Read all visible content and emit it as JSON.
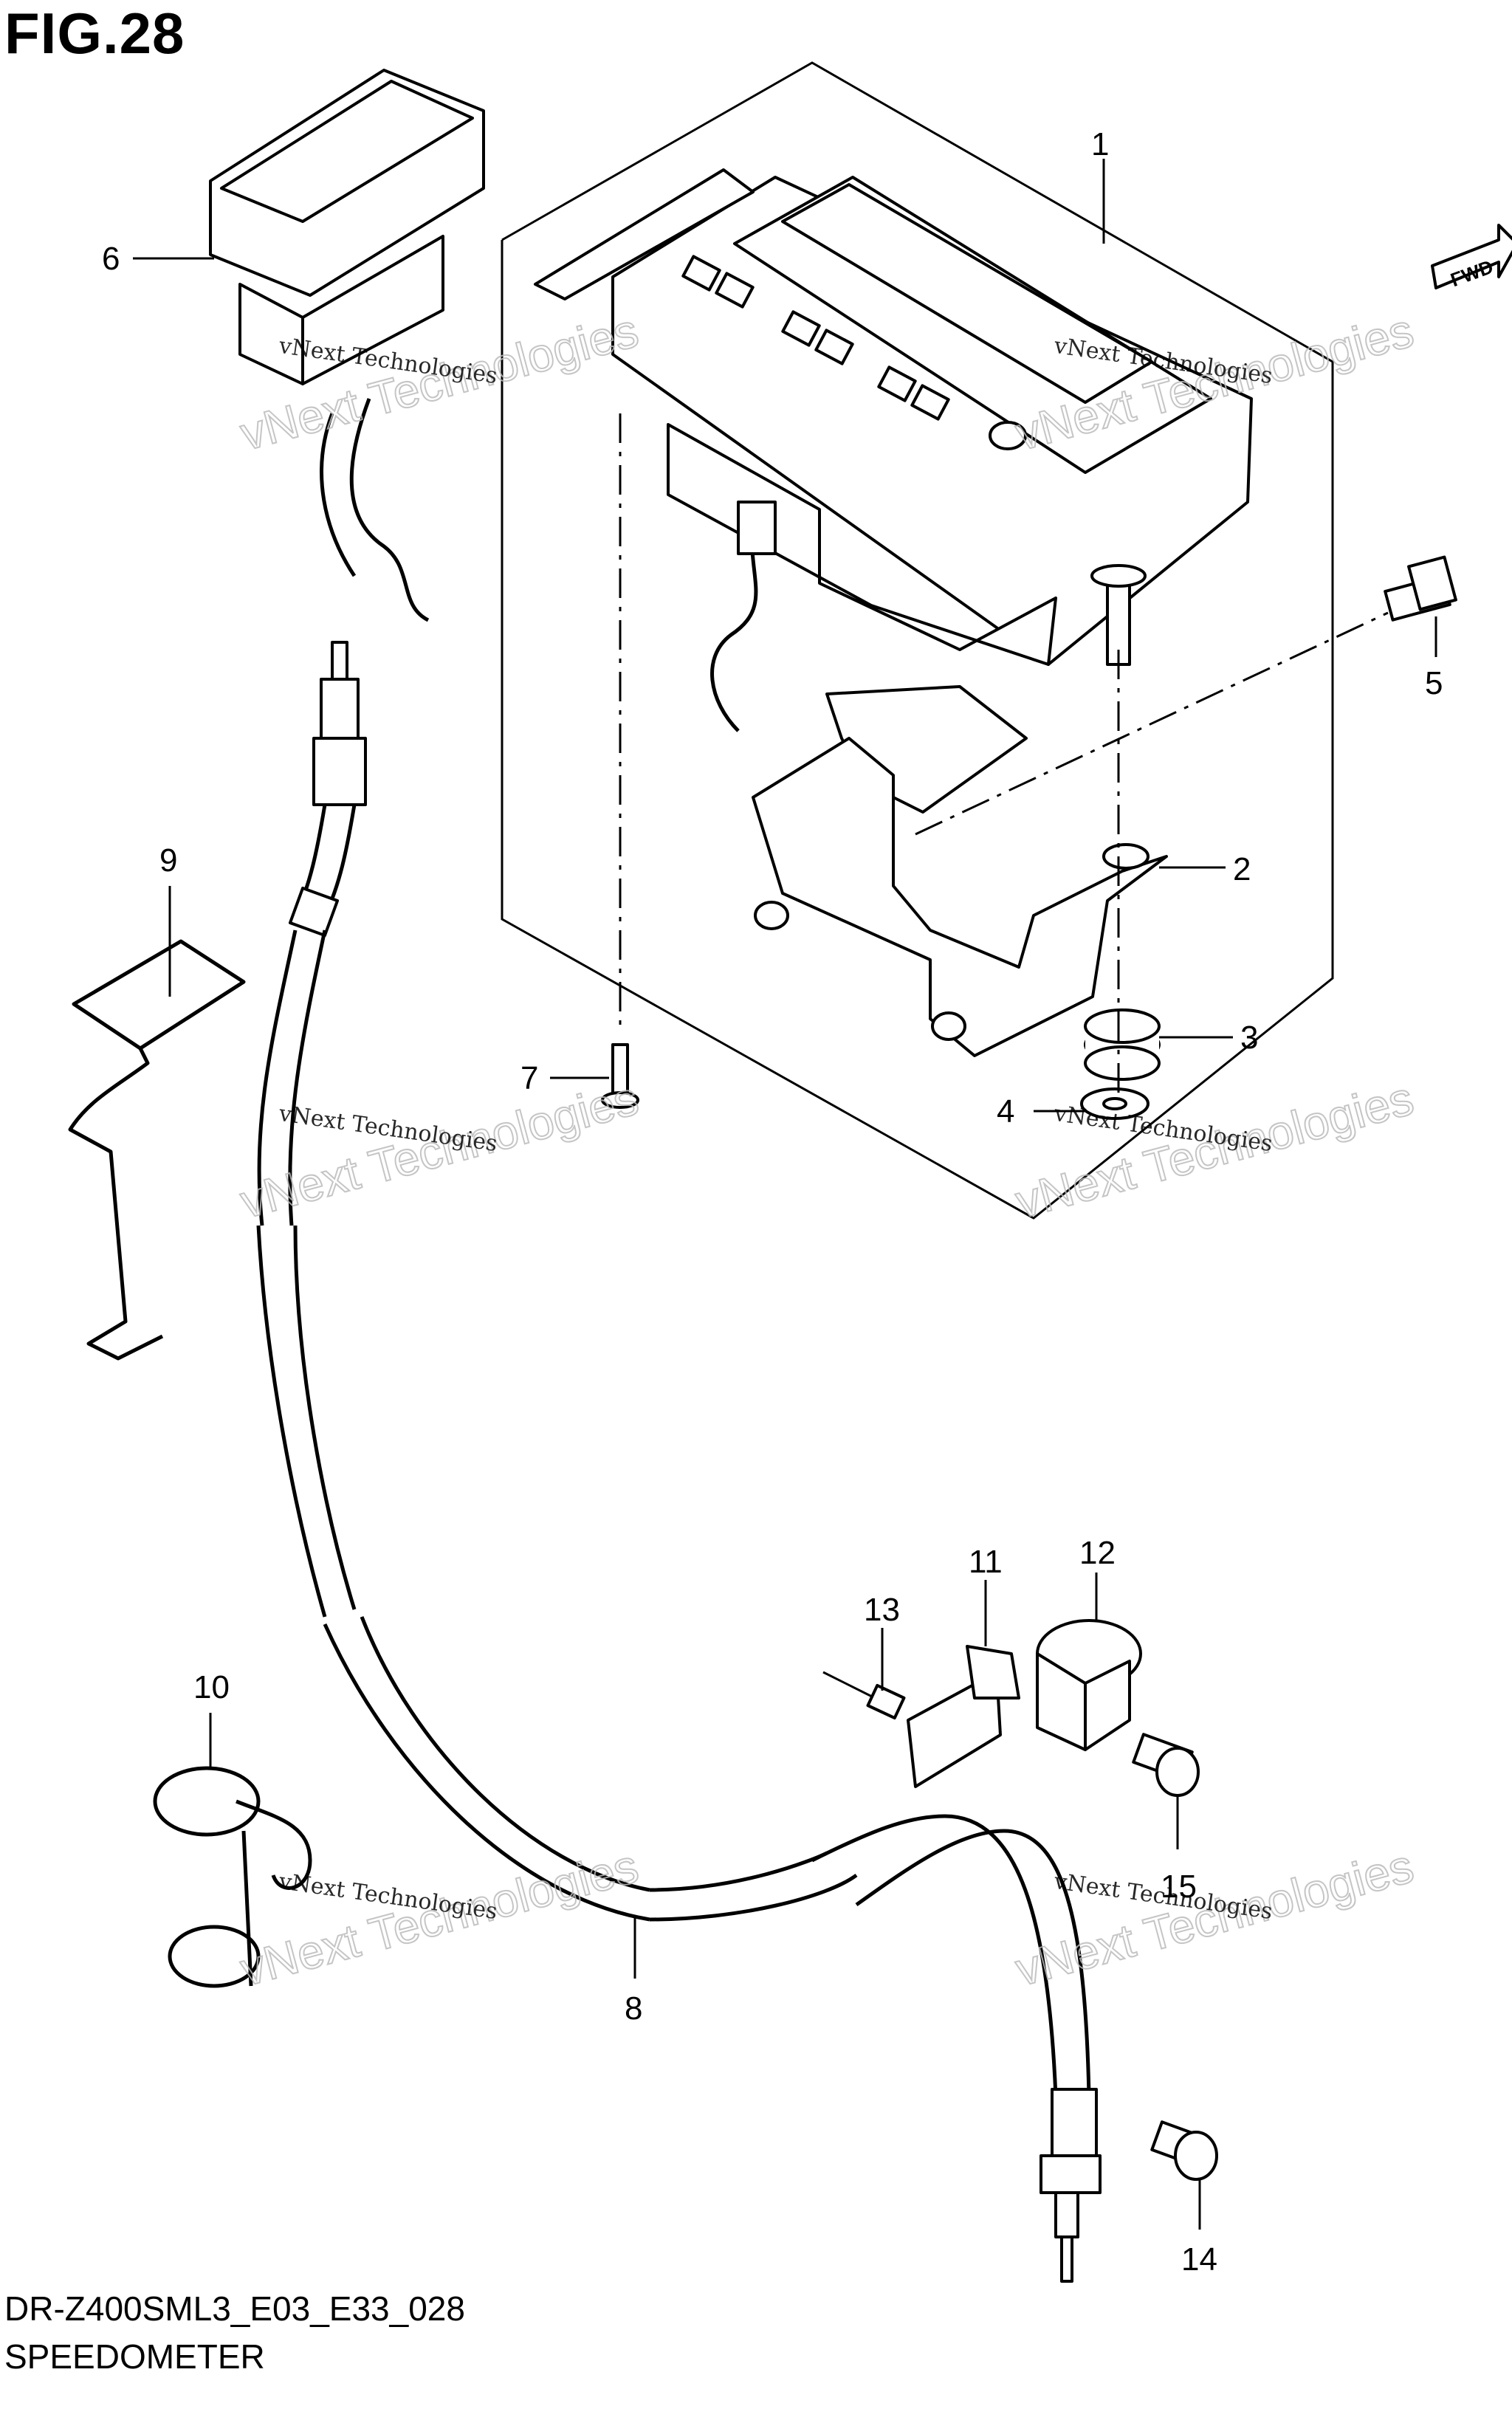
{
  "figure_title": "FIG.28",
  "model_code": "DR-Z400SML3_E03_E33_028",
  "section_name": "SPEEDOMETER",
  "fwd_label": "FWD",
  "watermark": {
    "line1": "vNext Technologies",
    "line2": "vNext Technologies"
  },
  "callouts": [
    "1",
    "2",
    "3",
    "4",
    "5",
    "6",
    "7",
    "8",
    "9",
    "10",
    "11",
    "12",
    "13",
    "14",
    "15"
  ]
}
